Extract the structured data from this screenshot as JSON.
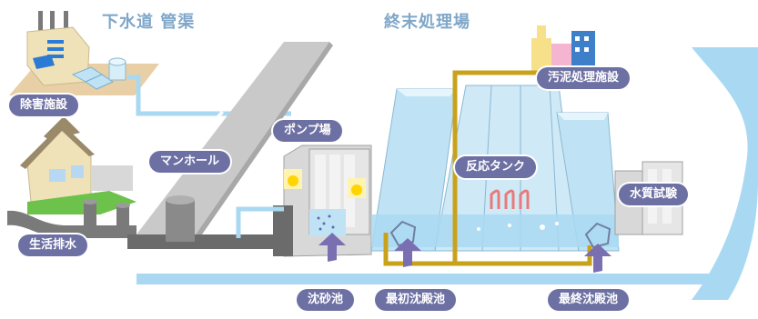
{
  "sections": {
    "sewer_pipe": "下水道 管渠",
    "treatment_plant": "終末処理場"
  },
  "labels": {
    "detox": "除害施設",
    "manhole": "マンホール",
    "pump": "ポンプ場",
    "sludge": "汚泥処理施設",
    "reaction": "反応タンク",
    "quality": "水質試験",
    "household": "生活排水",
    "grit": "沈砂池",
    "primary": "最初沈殿池",
    "final": "最終沈殿池"
  },
  "colors": {
    "label_bg": "#6d70a3",
    "title": "#7fa7c9",
    "water": "#a9d9f2",
    "sewage_pipe": "#6b6b6b",
    "sludge_pipe": "#c9a21c",
    "ground": "#e8cfa6"
  }
}
